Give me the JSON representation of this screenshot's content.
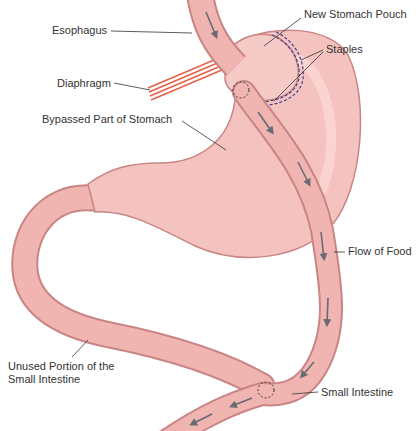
{
  "diagram": {
    "labels": [
      "Esophagus",
      "New Stomach Pouch",
      "Diaphragm",
      "Staples",
      "Bypassed Part of Stomach",
      "Flow of Food",
      "Unused Portion of the Small Intestine",
      "Small Intestine"
    ]
  }
}
